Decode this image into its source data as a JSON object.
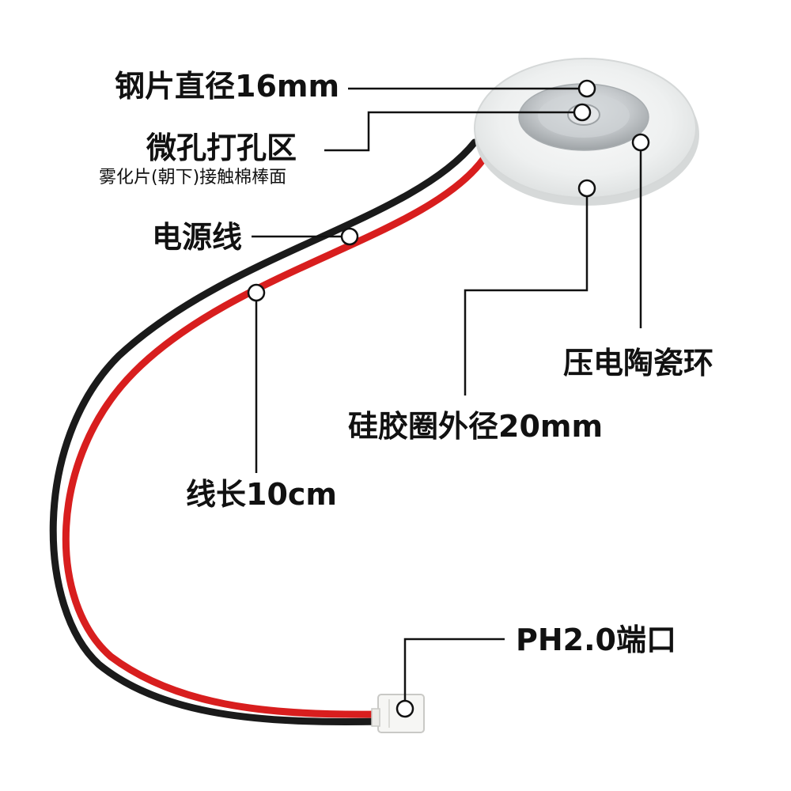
{
  "labels": {
    "steel_diameter": "钢片直径16mm",
    "micro_hole_area": "微孔打孔区",
    "micro_hole_note": "雾化片(朝下)接触棉棒面",
    "power_wire": "电源线",
    "piezo_ring": "压电陶瓷环",
    "silicone_outer": "硅胶圈外径20mm",
    "wire_length": "线长10cm",
    "ph_port": "PH2.0端口"
  },
  "colors": {
    "red_wire": "#d81e1e",
    "black_wire": "#1a1a1a",
    "silicone": "#eceeee",
    "steel": "#b8bcbf",
    "leader": "#111111"
  },
  "icons": {
    "callout_dot": "white-circle-marker",
    "connector": "ph2-connector-white"
  }
}
